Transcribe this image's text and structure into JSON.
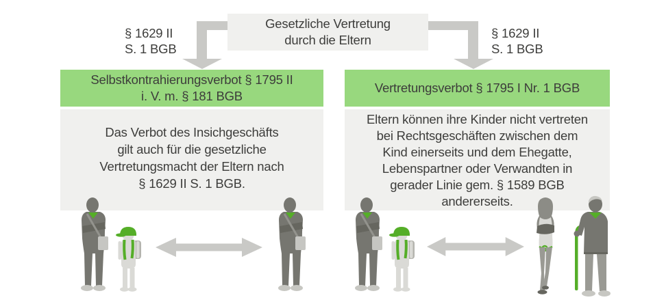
{
  "palette": {
    "page_bg": "#ffffff",
    "box_gray": "#f0f0ee",
    "box_green": "#98d87e",
    "text_dark": "#3d3d3b",
    "connector_gray": "#c9c9c6",
    "figure_dark": "#767670",
    "figure_light": "#dadad6",
    "figure_mid": "#9a9a94",
    "accent_green": "#55ae28"
  },
  "root_box": {
    "label": "Gesetzliche Vertretung\ndurch die Eltern"
  },
  "left_branch": {
    "statute_label": "§ 1629 II\nS. 1 BGB",
    "heading": "Selbstkontrahierungsverbot § 1795 II\ni. V. m. § 181 BGB",
    "body": "Das Verbot des Insichgeschäfts\ngilt auch für die gesetzliche\nVertretungsmacht der Eltern nach\n§ 1629 II S. 1 BGB.",
    "figures": [
      "parent-silhouette",
      "child-silhouette",
      "double-arrow",
      "parent-silhouette"
    ]
  },
  "right_branch": {
    "statute_label": "§ 1629 II\nS. 1 BGB",
    "heading": "Vertretungsverbot § 1795 I Nr. 1 BGB",
    "body": "Eltern können ihre Kinder nicht vertreten\nbei Rechtsgeschäften zwischen dem\nKind einerseits und dem Ehegatte,\nLebenspartner oder Verwandten in\ngerader Linie gem. § 1589 BGB\nandererseits.",
    "figures": [
      "parent-silhouette",
      "child-silhouette",
      "double-arrow",
      "woman-silhouette",
      "grandfather-silhouette"
    ]
  }
}
